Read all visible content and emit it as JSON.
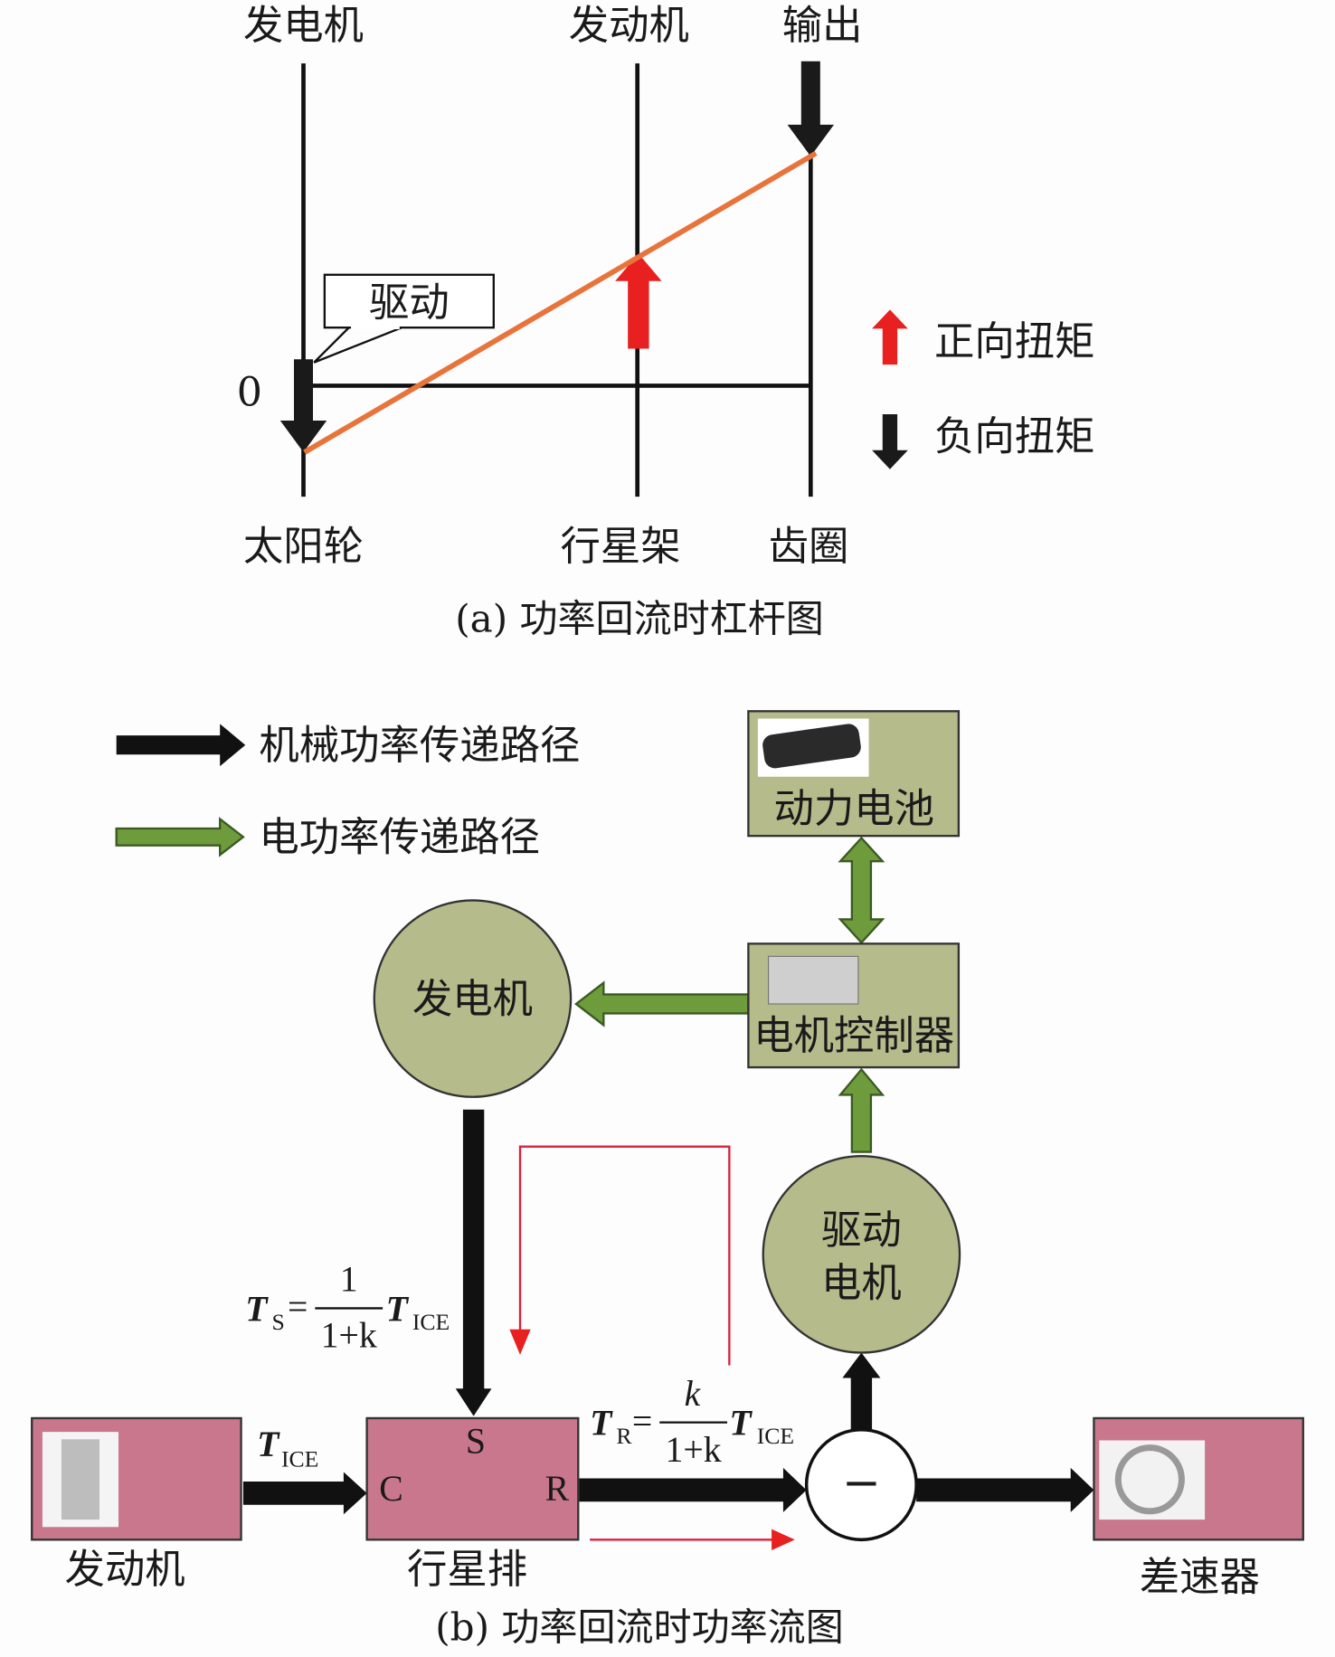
{
  "lever": {
    "top_labels": [
      "发电机",
      "发动机",
      "输出"
    ],
    "bottom_labels": [
      "太阳轮",
      "行星架",
      "齿圈"
    ],
    "zero_label": "0",
    "callout": "驱动",
    "legend": {
      "positive": "正向扭矩",
      "negative": "负向扭矩"
    },
    "caption": "(a) 功率回流时杠杆图"
  },
  "flow": {
    "legend": {
      "mechanical": "机械功率传递路径",
      "electrical": "电功率传递路径"
    },
    "battery": "动力电池",
    "controller": "电机控制器",
    "generator": "发电机",
    "motor_line1": "驱动",
    "motor_line2": "电机",
    "engine": "发动机",
    "planetary": "行星排",
    "differential": "差速器",
    "ports": {
      "s": "S",
      "c": "C",
      "r": "R"
    },
    "minus": "−",
    "formula_ts": {
      "lhs": "T",
      "lhs_sub": "S",
      "eq": "=",
      "num": "1",
      "den": "1+k",
      "rhs": "T",
      "rhs_sub": "ICE"
    },
    "formula_tr": {
      "lhs": "T",
      "lhs_sub": "R",
      "eq": "=",
      "num": "k",
      "den": "1+k",
      "rhs": "T",
      "rhs_sub": "ICE"
    },
    "formula_tice": {
      "sym": "T",
      "sub": "ICE"
    },
    "caption": "(b) 功率回流时功率流图"
  },
  "colors": {
    "lever_line": "#e8743b",
    "positive_torque": "#e8201f",
    "negative_torque": "#1a1a1a",
    "electric_path": "#6e9b3c",
    "olive_box": "#b6bb8b",
    "pink_box": "#c9778d",
    "return_path": "#d9203a"
  }
}
